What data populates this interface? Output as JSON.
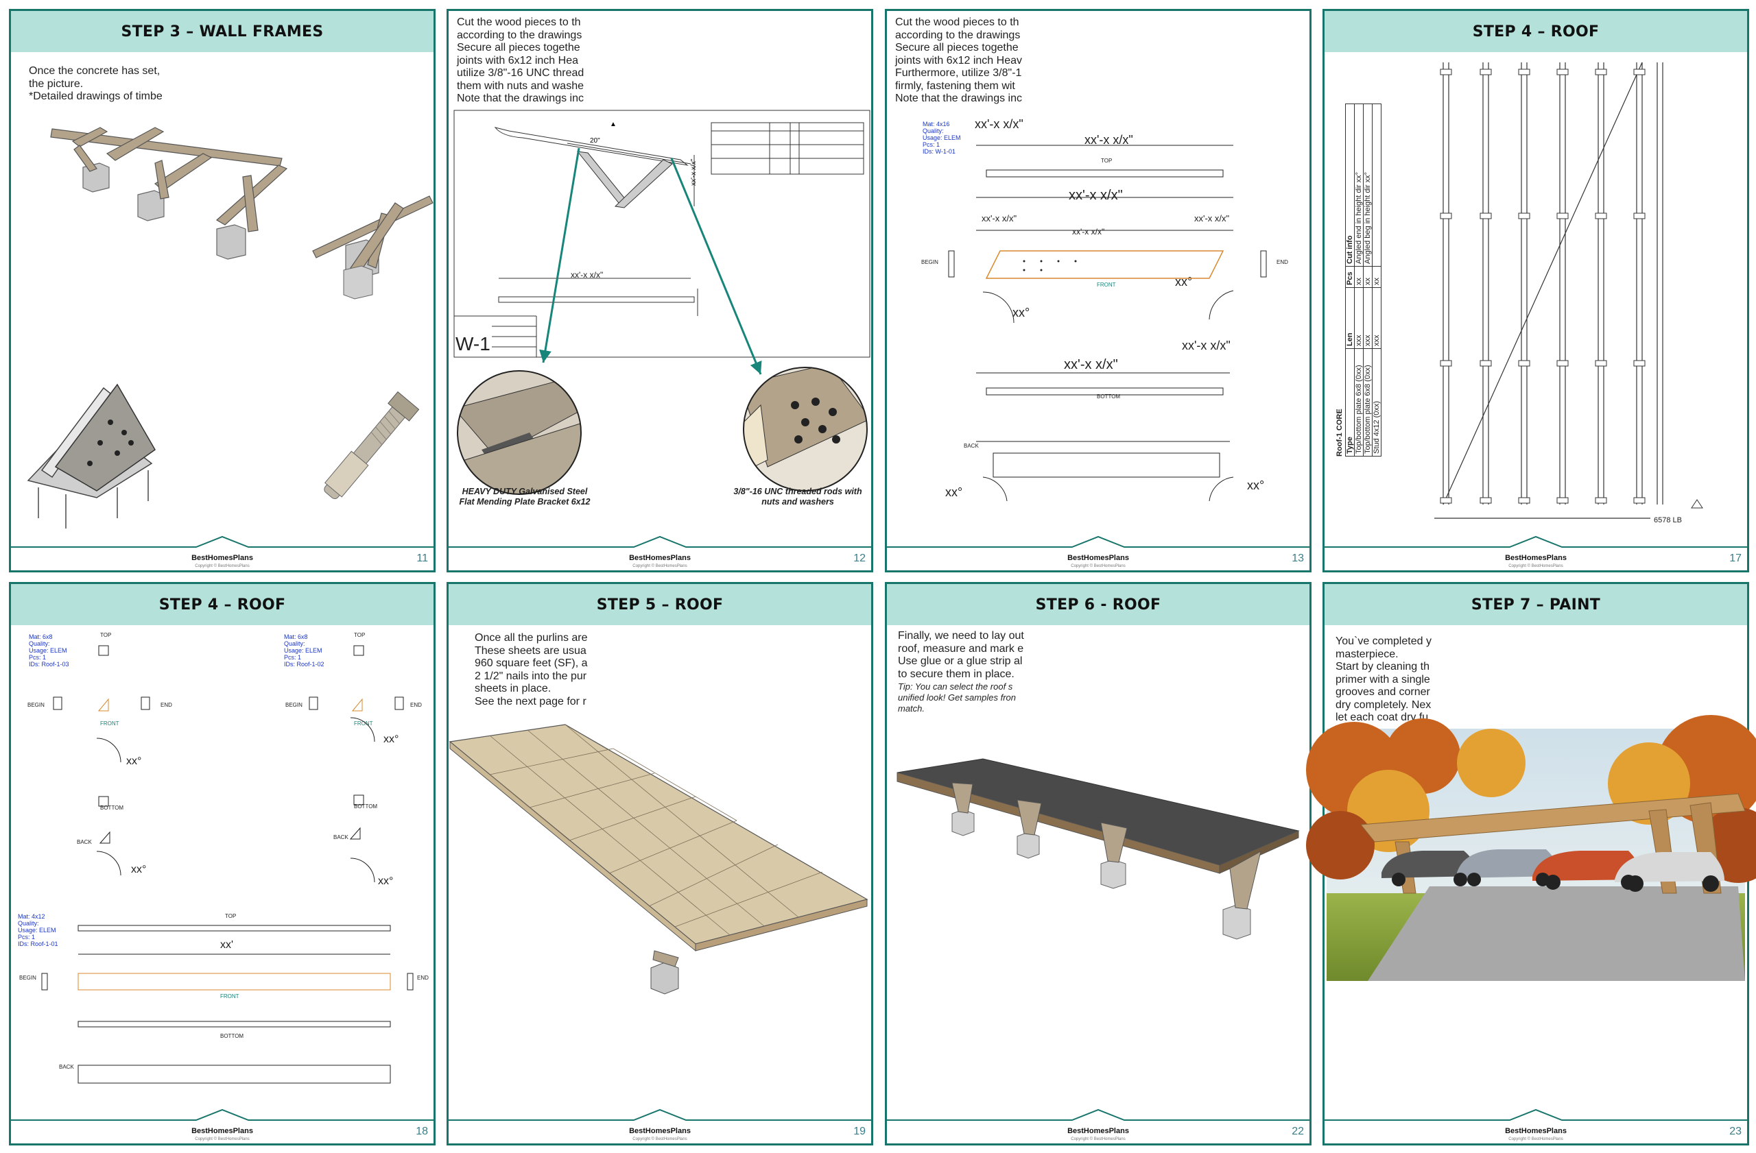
{
  "brand": "BestHomesPlans",
  "copyright": "Copyright © BestHomesPlans",
  "colors": {
    "border": "#17756b",
    "header": "#b4e2da",
    "arrow": "#17857a",
    "wood": "#b3a38a"
  },
  "pages": {
    "p11": {
      "title": "STEP 3 – WALL FRAMES",
      "number": "11",
      "text": "Once the concrete has set,\nthe picture.\n*Detailed drawings of timbe"
    },
    "p12": {
      "number": "12",
      "text": "Cut the wood pieces to th\naccording to the drawings\nSecure all pieces togethe\njoints with 6x12 inch Hea\nutilize 3/8\"-16 UNC thread\nthem with nuts and washe\nNote that the drawings inc",
      "sheet_label": "W-1",
      "dim_20": "20\"",
      "dim_len": "xx'-x x/x\"",
      "caption_left": "HEAVY DUTY Galvanised Steel\nFlat Mending Plate Bracket 6x12",
      "caption_right": "3/8\"-16 UNC threaded rods with\nnuts and washers"
    },
    "p13": {
      "number": "13",
      "text": "Cut the wood pieces to th\naccording to the drawings\nSecure all pieces togethe\njoints with 6x12 inch Heav\nFurthermore, utilize 3/8\"-1\nfirmly, fastening them wit\nNote that the drawings inc",
      "spec": "Mat: 4x16\nQuality:\nUsage: ELEM\nPcs: 1\nIDs: W-1-01",
      "dim_a": "xx'-x x/x\"",
      "dim_b": "xx'-x x/x\"",
      "dim_c": "xx'-x x/x\"",
      "dim_d": "xx'-x x/x\"",
      "dim_e": "xx'-x x/x\"",
      "dim_f": "xx'-x x/x\"",
      "dim_g": "xx'-x x/x\"",
      "dim_h": "xx'-x x/x\"",
      "deg": "xx°",
      "top": "TOP",
      "begin": "BEGIN",
      "end": "END",
      "front": "FRONT",
      "bottom": "BOTTOM",
      "back": "BACK"
    },
    "p17": {
      "title": "STEP 4 – ROOF",
      "number": "17",
      "table_title": "Roof-1 CORE",
      "table_headers": [
        "Type",
        "Len",
        "Pcs",
        "Cut info"
      ],
      "table_rows": [
        [
          "Top/bottom plate 6x8 (0xx)",
          "xxx",
          "xx",
          "Angled end in height dir xx°"
        ],
        [
          "Top/bottom plate 6x8 (0xx)",
          "xxx",
          "xx",
          "Angled beg in height dir xx°"
        ],
        [
          "Stud 4x12 (0xx)",
          "xxx",
          "xx",
          ""
        ]
      ],
      "weight": "6578 LB"
    },
    "p18": {
      "title": "STEP 4 – ROOF",
      "number": "18",
      "spec_a": "Mat: 6x8\nQuality:\nUsage: ELEM\nPcs: 1\nIDs: Roof-1-03",
      "spec_b": "Mat: 6x8\nQuality:\nUsage: ELEM\nPcs: 1\nIDs: Roof-1-02",
      "spec_c": "Mat: 4x12\nQuality:\nUsage: ELEM\nPcs: 1\nIDs: Roof-1-01",
      "deg": "xx°",
      "len": "xx'",
      "top": "TOP",
      "begin": "BEGIN",
      "end": "END",
      "front": "FRONT",
      "bottom": "BOTTOM",
      "back": "BACK"
    },
    "p19": {
      "title": "STEP 5 – ROOF",
      "number": "19",
      "text": "Once all the purlins are\nThese sheets are usua\n960 square feet (SF), a\n2 1/2\" nails into the pur\nsheets in place.\nSee the next page for r"
    },
    "p22": {
      "title": "STEP 6 - ROOF",
      "number": "22",
      "text": "Finally, we need to lay out\nroof, measure and mark e\nUse glue or a glue strip al\nto secure them in place.",
      "tip": "Tip: You can select the roof s\nunified look! Get samples fron\nmatch."
    },
    "p23": {
      "title": "STEP 7 – PAINT",
      "number": "23",
      "text": "You`ve completed y\nmasterpiece.\nStart by cleaning th\nprimer with a single\ngrooves and corner\ndry completely. Nex\nlet each coat dry fu"
    }
  }
}
